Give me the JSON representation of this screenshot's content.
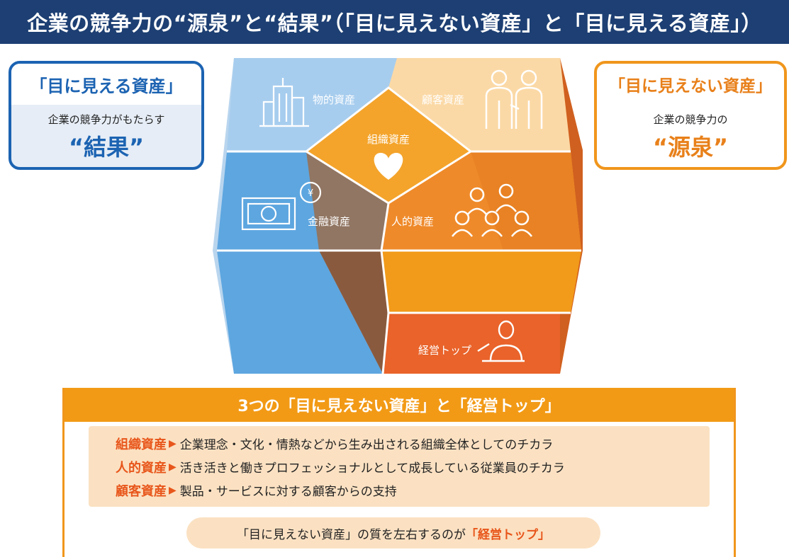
{
  "title": "企業の競争力の“源泉”と“結果”（「目に見えない資産」と「目に見える資産」）",
  "visible_box": {
    "heading": "「目に見える資産」",
    "sub": "企業の競争力がもたらす",
    "big": "“結果”"
  },
  "invisible_box": {
    "heading": "「目に見えない資産」",
    "sub": "企業の競争力の",
    "big": "“源泉”"
  },
  "cube": {
    "physical": "物的資産",
    "customer": "顧客資産",
    "organization": "組織資産",
    "financial": "金融資産",
    "human": "人的資産",
    "management": "経営トップ",
    "yen_symbol": "¥"
  },
  "colors": {
    "navy": "#1d3f73",
    "blue": "#1c63b2",
    "orange": "#f29a16",
    "red_orange": "#e8561b"
  },
  "panel": {
    "heading": "3つの「目に見えない資産」と「経営トップ」",
    "definitions": [
      {
        "term": "組織資産",
        "arrow": "▶",
        "desc": "企業理念・文化・情熱などから生み出される組織全体としてのチカラ"
      },
      {
        "term": "人的資産",
        "arrow": "▶",
        "desc": "活き活きと働きプロフェッショナルとして成長している従業員のチカラ"
      },
      {
        "term": "顧客資産",
        "arrow": "▶",
        "desc": "製品・サービスに対する顧客からの支持"
      }
    ],
    "note_before": "「目に見えない資産」の質を左右するのが",
    "note_emphasis": "「経営トップ」"
  }
}
